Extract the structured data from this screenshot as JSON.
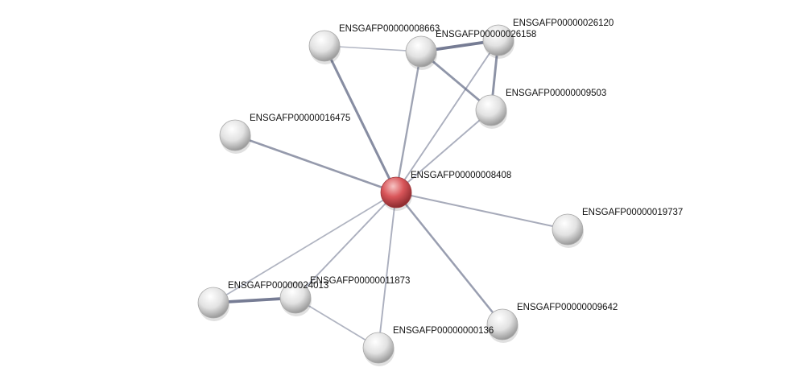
{
  "network": {
    "nodes": [
      {
        "id": "A",
        "label": "ENSGAFP00000008663",
        "query": false
      },
      {
        "id": "B",
        "label": "ENSGAFP00000026158",
        "query": false
      },
      {
        "id": "C",
        "label": "ENSGAFP00000026120",
        "query": false
      },
      {
        "id": "D",
        "label": "ENSGAFP00000009503",
        "query": false
      },
      {
        "id": "E",
        "label": "ENSGAFP00000016475",
        "query": false
      },
      {
        "id": "F",
        "label": "ENSGAFP00000008408",
        "query": true
      },
      {
        "id": "G",
        "label": "ENSGAFP00000019737",
        "query": false
      },
      {
        "id": "H",
        "label": "ENSGAFP00000024013",
        "query": false
      },
      {
        "id": "I",
        "label": "ENSGAFP00000011873",
        "query": false
      },
      {
        "id": "J",
        "label": "ENSGAFP00000009642",
        "query": false
      },
      {
        "id": "K",
        "label": "ENSGAFP00000000136",
        "query": false
      }
    ],
    "edges": [
      {
        "from": "A",
        "to": "B",
        "strength": 0.2
      },
      {
        "from": "B",
        "to": "C",
        "strength": 0.9
      },
      {
        "from": "A",
        "to": "F",
        "strength": 0.7
      },
      {
        "from": "B",
        "to": "F",
        "strength": 0.45
      },
      {
        "from": "B",
        "to": "D",
        "strength": 0.6
      },
      {
        "from": "C",
        "to": "D",
        "strength": 0.65
      },
      {
        "from": "C",
        "to": "F",
        "strength": 0.3
      },
      {
        "from": "D",
        "to": "F",
        "strength": 0.3
      },
      {
        "from": "E",
        "to": "F",
        "strength": 0.55
      },
      {
        "from": "F",
        "to": "G",
        "strength": 0.35
      },
      {
        "from": "F",
        "to": "H",
        "strength": 0.25
      },
      {
        "from": "F",
        "to": "I",
        "strength": 0.3
      },
      {
        "from": "F",
        "to": "K",
        "strength": 0.3
      },
      {
        "from": "F",
        "to": "J",
        "strength": 0.5
      },
      {
        "from": "H",
        "to": "I",
        "strength": 0.9
      },
      {
        "from": "I",
        "to": "K",
        "strength": 0.25
      }
    ],
    "colors": {
      "query_node": "#d9565a",
      "node": "#d8d8d8",
      "edge": "#5c6480"
    }
  }
}
